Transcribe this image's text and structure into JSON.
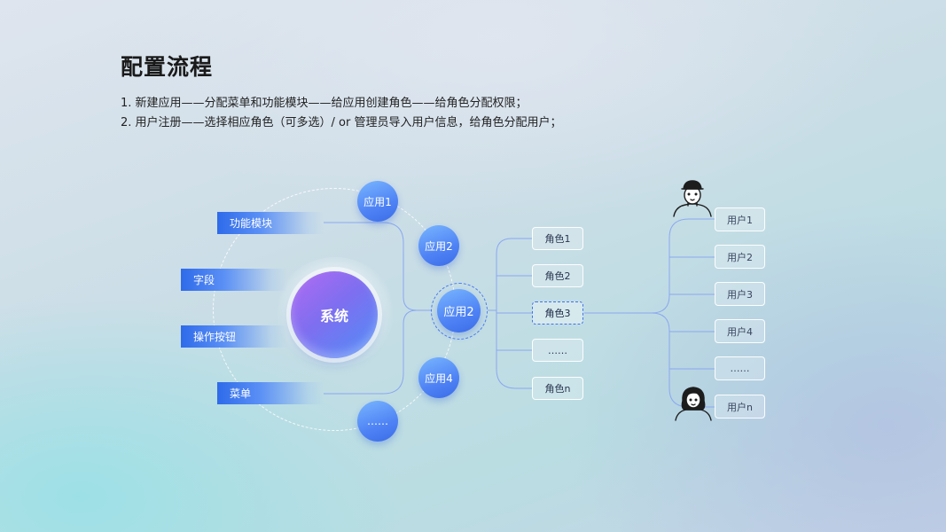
{
  "title": "配置流程",
  "steps": [
    "1. 新建应用——分配菜单和功能模块——给应用创建角色——给角色分配权限；",
    "2. 用户注册——选择相应角色（可多选）/ or  管理员导入用户信息，给角色分配用户；"
  ],
  "diagram": {
    "core": "系统",
    "orbit_bubbles": [
      "应用1",
      "应用2",
      "应用4",
      "……"
    ],
    "hub": "应用2",
    "tags": [
      "功能模块",
      "字段",
      "操作按钮",
      "菜单"
    ],
    "roles": [
      "角色1",
      "角色2",
      "角色3",
      "……",
      "角色n"
    ],
    "active_role": "角色3",
    "users": [
      "用户1",
      "用户2",
      "用户3",
      "用户4",
      "……",
      "用户n"
    ]
  },
  "colors": {
    "accent": "#3f72ee",
    "line": "#8aaaf0",
    "core_gradient": [
      "#b26bf2",
      "#4e8ef6"
    ],
    "text": "#1a1a1a"
  }
}
